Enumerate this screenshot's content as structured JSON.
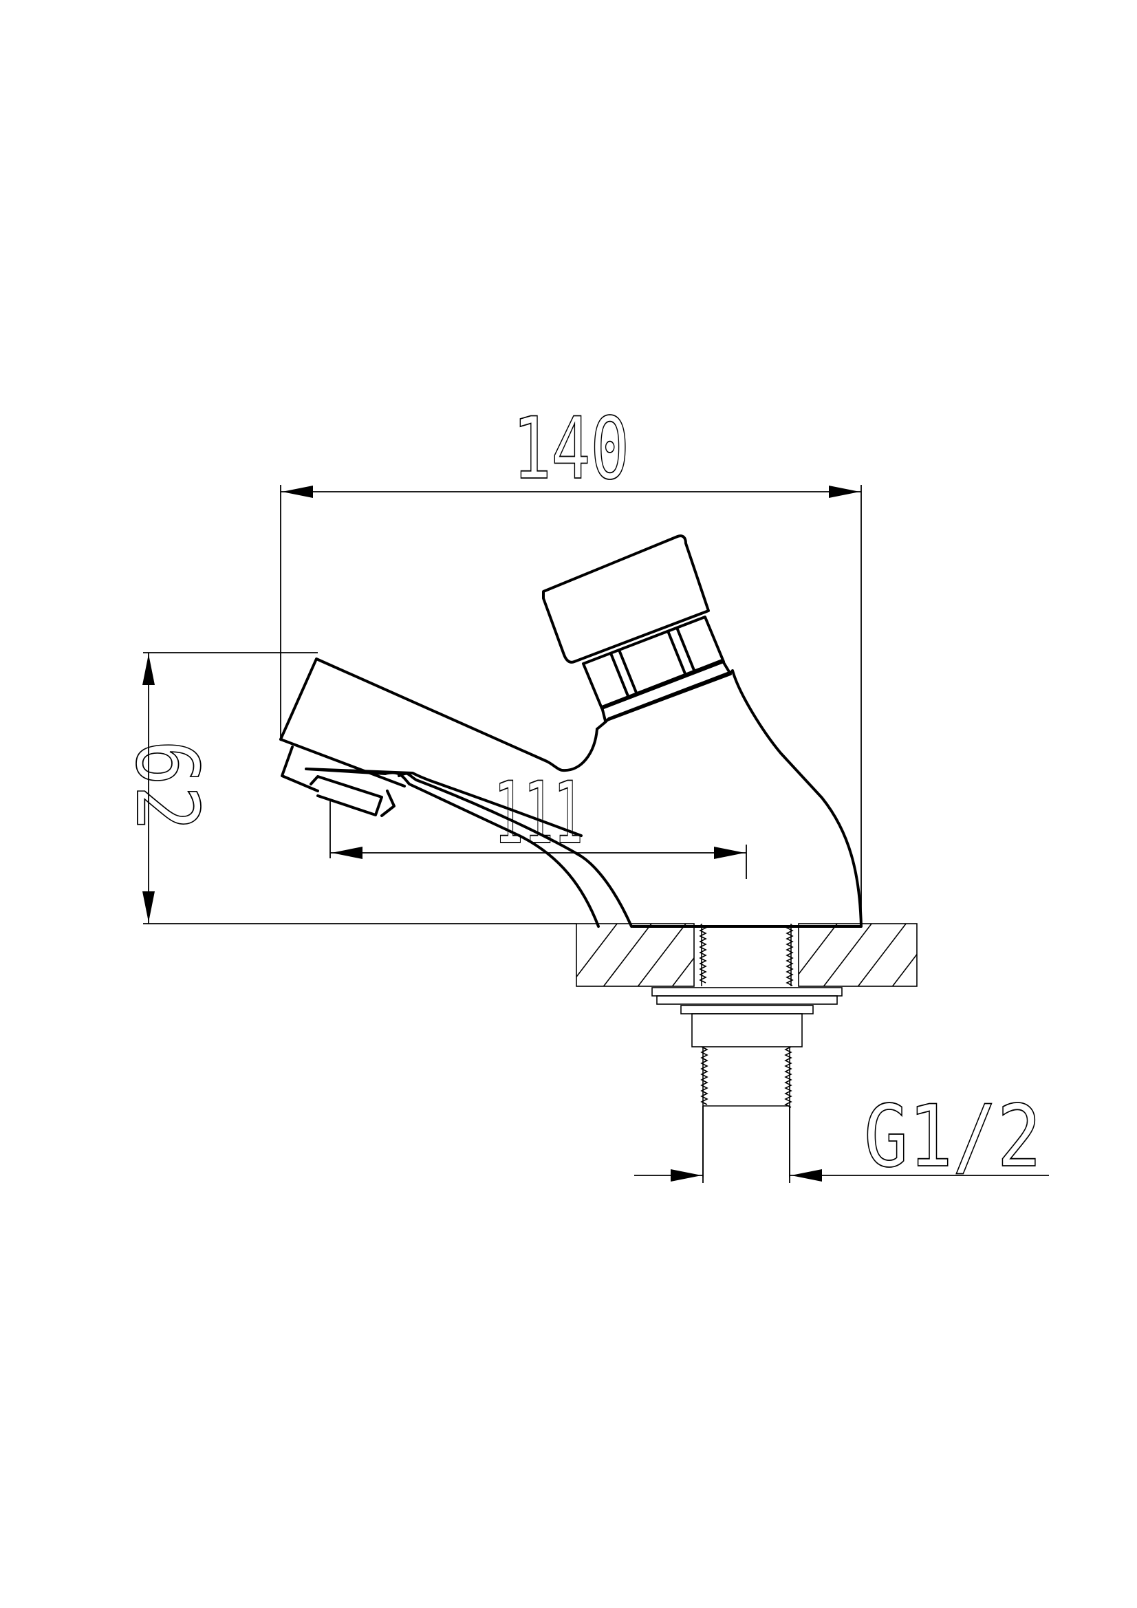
{
  "drawing": {
    "dimensions": {
      "overall_width": "140",
      "height": "62",
      "spout_reach": "111",
      "thread": "G1/2"
    },
    "colors": {
      "line": "#000000",
      "background": "#ffffff"
    }
  }
}
